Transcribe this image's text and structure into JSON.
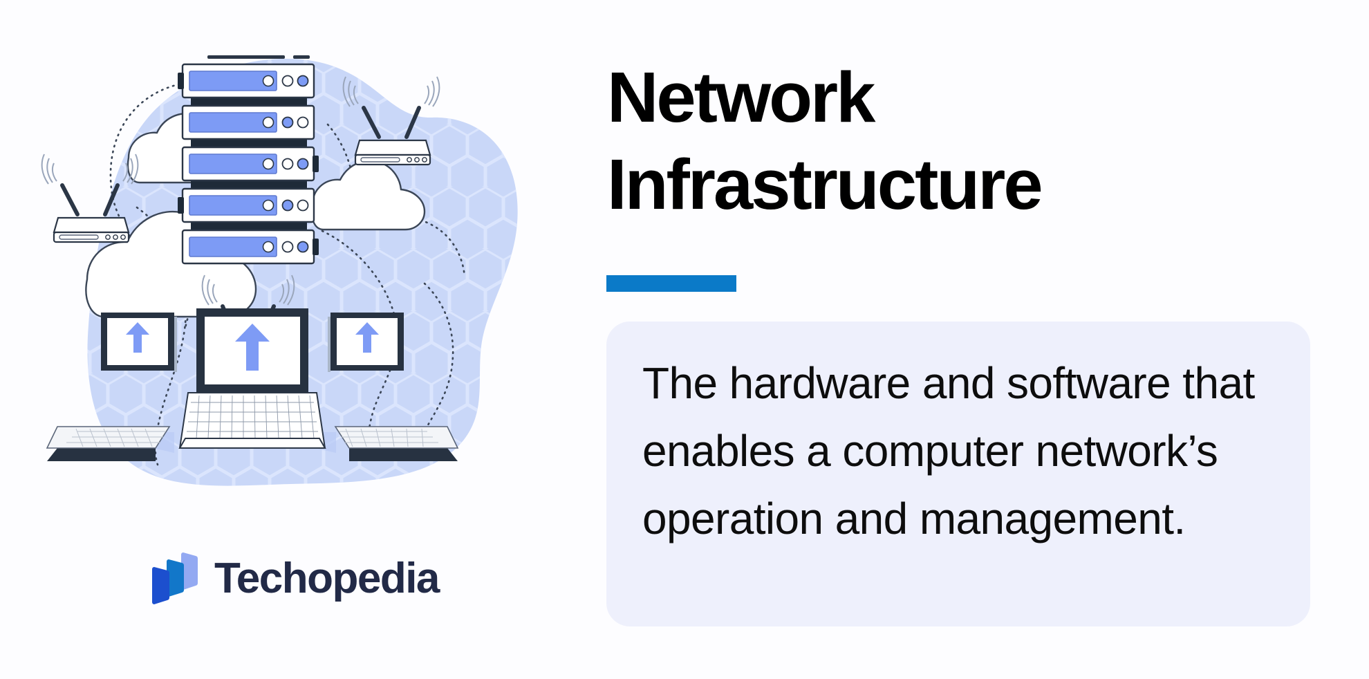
{
  "page": {
    "background_color": "#fdfdff",
    "accent_color": "#0b7ac8",
    "card_background": "#eef0fc"
  },
  "content": {
    "title": "Network\nInfrastructure",
    "title_line_1": "Network",
    "title_line_2": "Infrastructure",
    "definition": "The hardware and software that enables a computer network’s operation and management."
  },
  "logo": {
    "wordmark": "Techopedia",
    "mark_colors": [
      "#1c4fce",
      "#1277c9",
      "#93a9f2"
    ],
    "wordmark_color": "#222a47"
  },
  "illustration": {
    "title": "network-infrastructure-illustration",
    "blob_color": "#c9d7f8",
    "hex_pattern_color": "#dde6fc",
    "outline_color": "#2b3646",
    "server_bar_color": "#7d9bf5",
    "arrow_color": "#7e9bf5",
    "laptop_bezel_color": "#273241",
    "servers": [
      {
        "index": 1,
        "led_left": "white",
        "led_right": "blue"
      },
      {
        "index": 2,
        "led_left": "blue",
        "led_right": "white"
      },
      {
        "index": 3,
        "led_left": "white",
        "led_right": "blue"
      },
      {
        "index": 4,
        "led_left": "blue",
        "led_right": "white"
      },
      {
        "index": 5,
        "led_left": "white",
        "led_right": "blue"
      }
    ],
    "server_count": 5,
    "router_count": 3,
    "cloud_count": 3,
    "laptop_count": 3
  }
}
